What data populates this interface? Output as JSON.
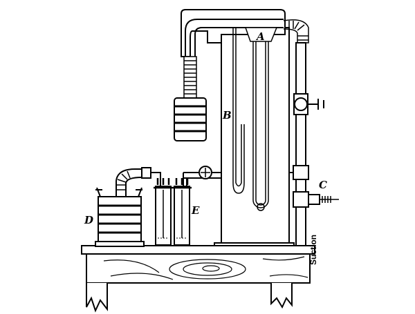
{
  "labels": {
    "a": "A",
    "b": "B",
    "c": "C",
    "d": "D",
    "e": "E",
    "suction": "Suction"
  },
  "colors": {
    "ink": "#000000",
    "paper": "#ffffff"
  }
}
